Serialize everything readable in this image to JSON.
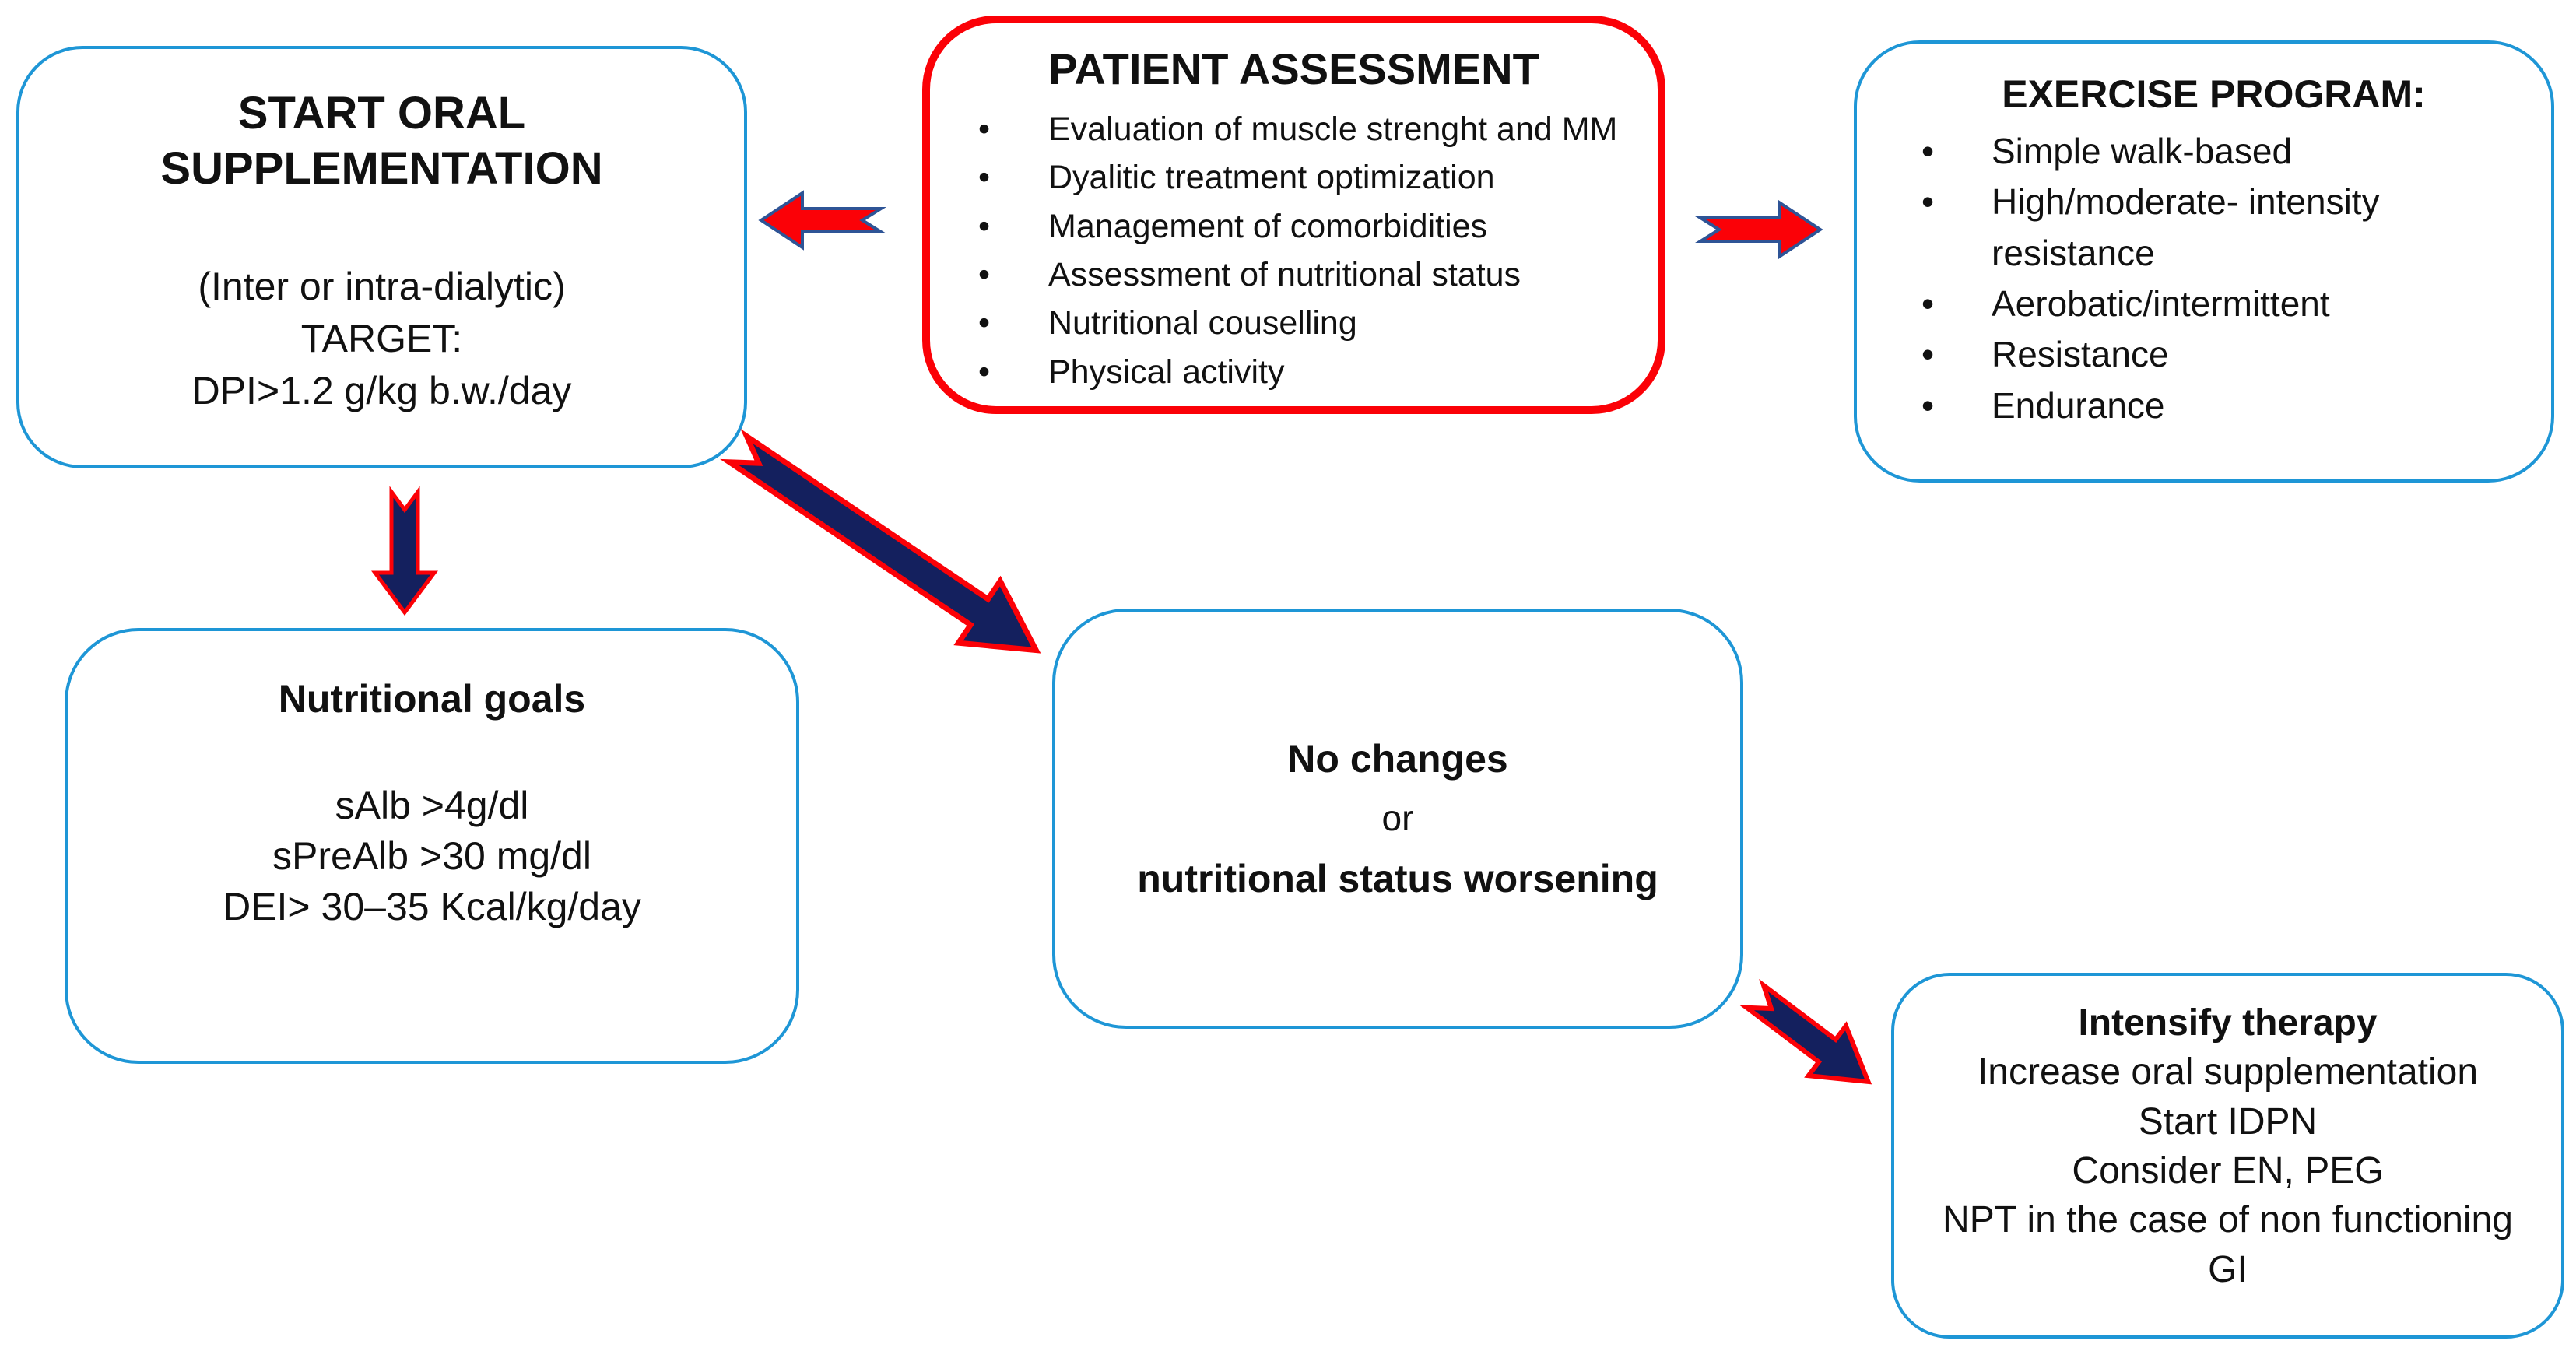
{
  "diagram": {
    "boxes": {
      "start_oral": {
        "title_lines": [
          "START ORAL",
          "SUPPLEMENTATION"
        ],
        "body_lines": [
          "(Inter or intra-dialytic)",
          "TARGET:",
          "DPI>1.2 g/kg b.w./day"
        ]
      },
      "patient_assessment": {
        "title": "PATIENT ASSESSMENT",
        "bullets": [
          "Evaluation of muscle strenght and MM",
          "Dyalitic treatment optimization",
          "Management of comorbidities",
          "Assessment of nutritional status",
          "Nutritional couselling",
          "Physical activity"
        ]
      },
      "exercise_program": {
        "title": "EXERCISE PROGRAM:",
        "bullets": [
          "Simple walk-based",
          "High/moderate- intensity resistance",
          "Aerobatic/intermittent",
          "Resistance",
          "Endurance"
        ]
      },
      "nutritional_goals": {
        "title": "Nutritional goals",
        "body_lines": [
          "sAlb >4g/dl",
          "sPreAlb >30 mg/dl",
          "DEI> 30–35 Kcal/kg/day"
        ]
      },
      "no_changes": {
        "line1": "No changes",
        "line2": "or",
        "line3": "nutritional status worsening"
      },
      "intensify_therapy": {
        "title": "Intensify therapy",
        "body_lines": [
          "Increase oral supplementation",
          "Start IDPN",
          "Consider EN, PEG",
          "NPT in the case of non functioning GI"
        ]
      }
    },
    "colors": {
      "box_border_blue": "#1E96D6",
      "accent_red": "#FB0107",
      "arrow_navy": "#14205E",
      "arrow_outline_blue": "#2E5496"
    }
  }
}
